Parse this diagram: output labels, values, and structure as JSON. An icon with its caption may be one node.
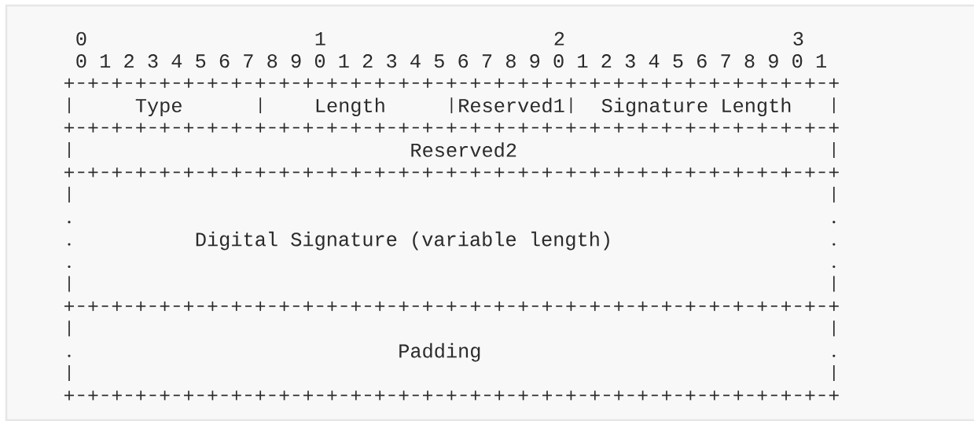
{
  "diagram": {
    "nodes": [
      {
        "text": [
          "Type"
        ]
      },
      {
        "text": [
          "Length"
        ]
      },
      {
        "text": [
          "Reserved1"
        ]
      },
      {
        "text": [
          "Signature Length"
        ]
      },
      {
        "text": [
          "Reserved2"
        ]
      },
      {
        "text": [
          "Digital Signature (variable length)"
        ]
      },
      {
        "text": [
          "Padding"
        ]
      }
    ],
    "labels": [
      "0",
      "1",
      "2",
      "3",
      "0 1 2 3 4 5 6 7 8 9 0 1 2 3 4 5 6 7 8 9 0 1 2 3 4 5 6 7 8 9 0 1"
    ]
  }
}
